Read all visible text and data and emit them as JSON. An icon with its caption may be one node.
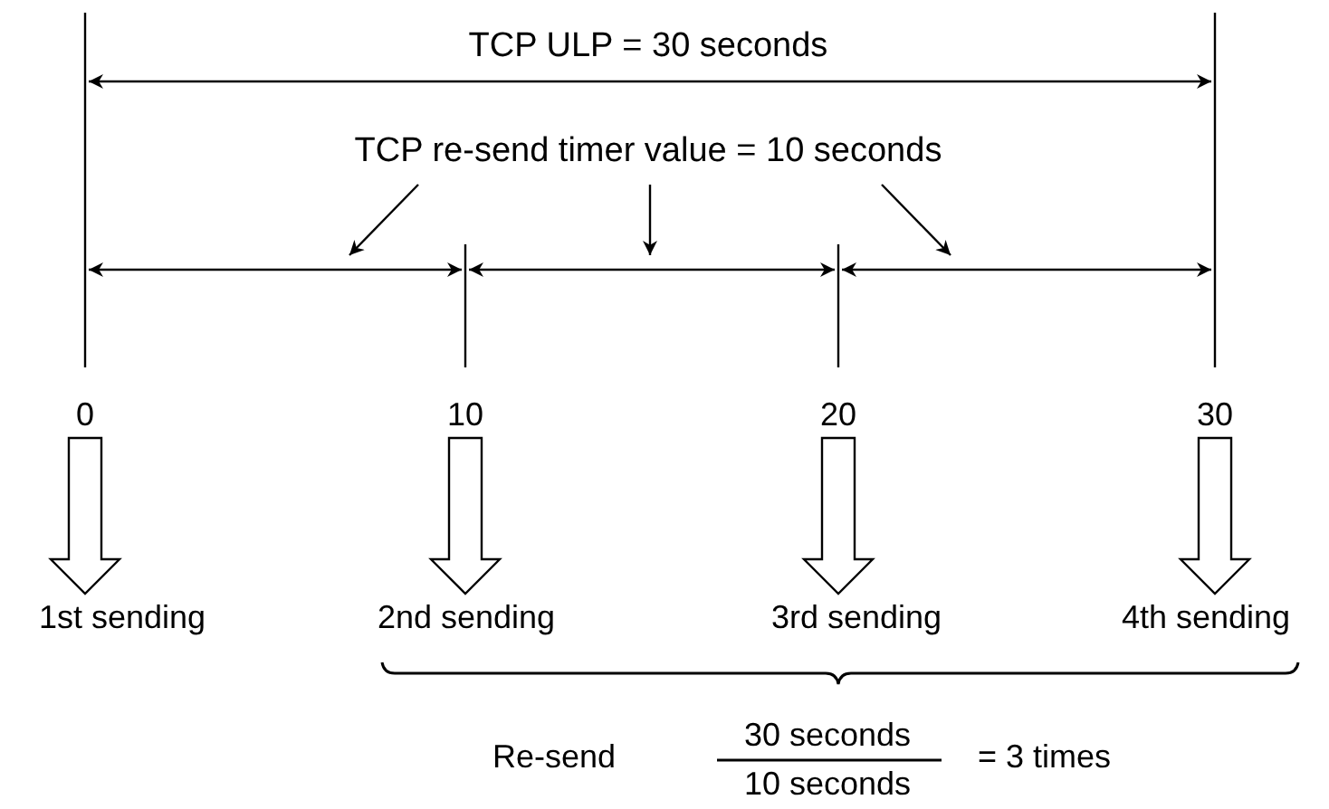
{
  "diagram": {
    "nodes": [
      {
        "text": [
          "TCP re-send timer value = 10 seconds"
        ]
      },
      {
        "text": [
          "0"
        ]
      },
      {
        "text": [
          "10"
        ]
      },
      {
        "text": [
          "20"
        ]
      },
      {
        "text": [
          "30"
        ]
      },
      {
        "text": [
          "1st sending"
        ]
      },
      {
        "text": [
          "2nd sending"
        ]
      },
      {
        "text": [
          "3rd sending"
        ]
      },
      {
        "text": [
          "4th sending"
        ]
      }
    ],
    "edges": [
      {
        "from": 0,
        "to": null,
        "arrow": "to"
      },
      {
        "from": 0,
        "to": null,
        "arrow": "to"
      },
      {
        "from": 0,
        "to": null,
        "arrow": "to"
      },
      {
        "from": 1,
        "to": 5,
        "arrow": "to",
        "style": "thick"
      },
      {
        "from": 2,
        "to": 6,
        "arrow": "to",
        "style": "thick"
      },
      {
        "from": 3,
        "to": 7,
        "arrow": "to",
        "style": "thick"
      },
      {
        "from": 4,
        "to": 8,
        "arrow": "to",
        "style": "thick"
      }
    ],
    "labels": [
      "TCP ULP = 30 seconds",
      "Re-send",
      "30 seconds",
      "10 seconds",
      "= 3 times"
    ]
  }
}
